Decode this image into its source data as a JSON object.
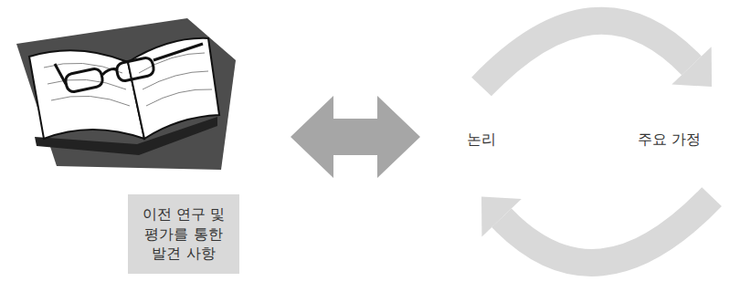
{
  "diagram": {
    "nodes": [
      {
        "text": [
          "이전 연구 및 평가를 통한 발견 사항"
        ]
      },
      {
        "text": [
          "논리"
        ]
      },
      {
        "text": [
          "주요 가정"
        ]
      }
    ],
    "edges": [
      {
        "from": 1,
        "to": 2,
        "arrow": "to"
      },
      {
        "from": 2,
        "to": 1,
        "arrow": "to"
      }
    ]
  }
}
